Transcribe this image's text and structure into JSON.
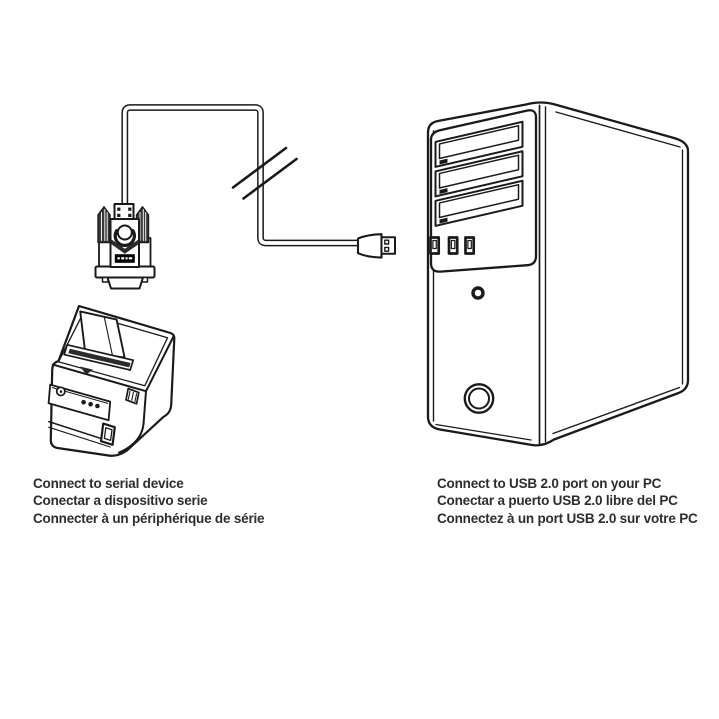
{
  "captions": {
    "left": {
      "line1": "Connect to serial device",
      "line2": "Conectar a dispositivo serie",
      "line3": "Connecter à un périphérique de série"
    },
    "right": {
      "line1": "Connect to USB 2.0 port on your PC",
      "line2": "Conectar a puerto USB 2.0 libre del PC",
      "line3": "Connectez à un port USB 2.0 sur votre PC"
    }
  },
  "diagram": {
    "components": {
      "printer": "receipt-printer",
      "adapter": "usb-to-serial-adapter",
      "cable": "usb-cable",
      "cable_break": "cable-break-marks",
      "usb_plug": "usb-a-connector",
      "tower": "desktop-pc-tower"
    },
    "colors": {
      "line": "#1a1a1a",
      "background": "#ffffff",
      "label": "#000000"
    }
  }
}
